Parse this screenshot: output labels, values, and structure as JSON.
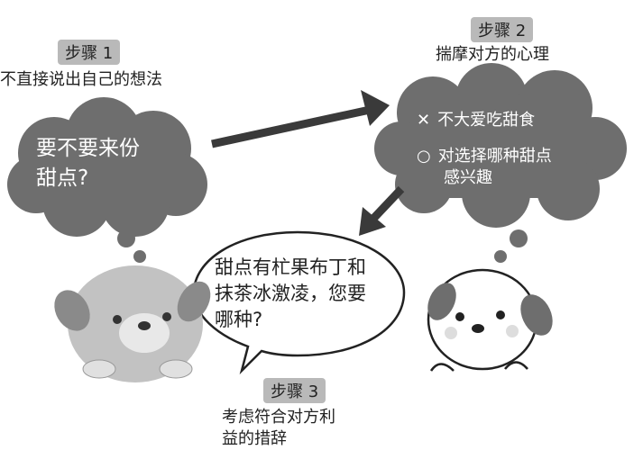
{
  "step1": {
    "badge": "步骤 1",
    "caption": "不直接说出自己的想法",
    "bubble_line1": "要不要来份",
    "bubble_line2": "甜点?"
  },
  "step2": {
    "badge": "步骤 2",
    "caption": "揣摩对方的心理",
    "items": [
      {
        "mark": "✕",
        "line1": "不大爱吃甜食",
        "line2": ""
      },
      {
        "mark": "○",
        "line1": "对选择哪种甜点",
        "line2": "感兴趣"
      }
    ]
  },
  "step3": {
    "badge": "步骤 3",
    "caption_line1": "考虑符合对方利",
    "caption_line2": "益的措辞",
    "bubble_line1": "甜点有杧果布丁和",
    "bubble_line2": "抹茶冰激凌，您要",
    "bubble_line3": "哪种?"
  },
  "colors": {
    "cloud": "#6e6e6e",
    "badge": "#b9b9b9",
    "arrow": "#3a3a3a"
  }
}
